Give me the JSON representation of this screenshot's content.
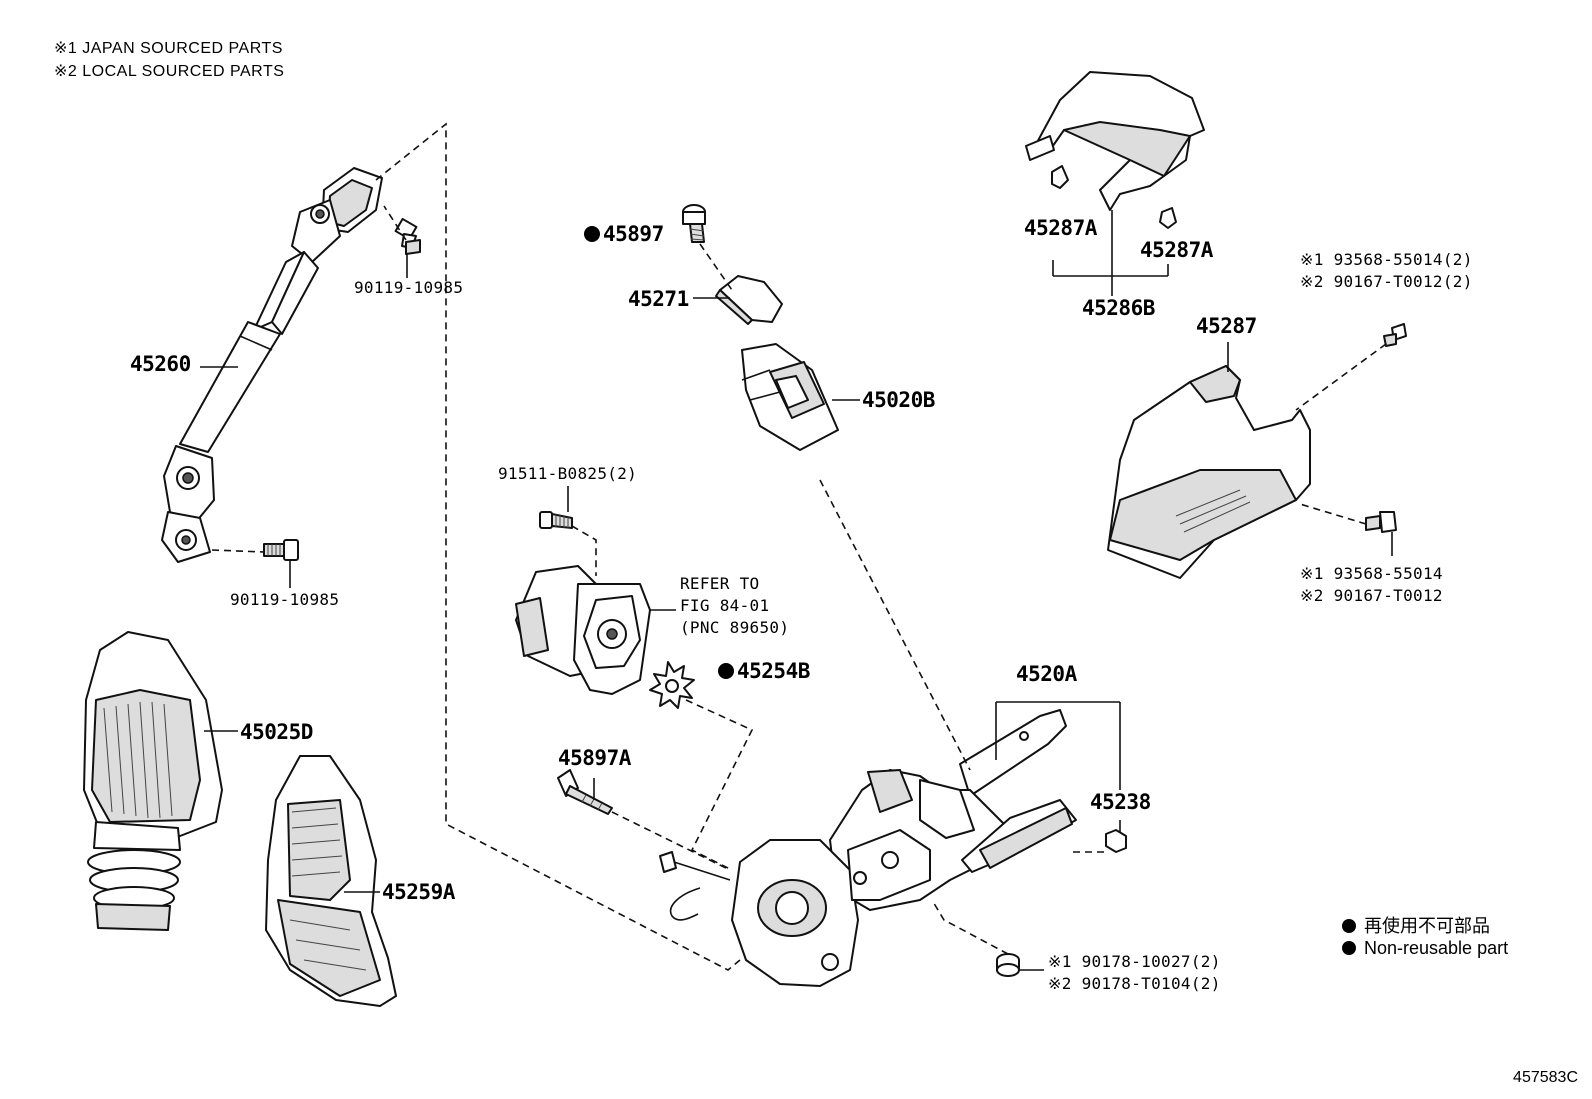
{
  "notes": [
    "※1 JAPAN SOURCED PARTS",
    "※2 LOCAL SOURCED PARTS"
  ],
  "labels": {
    "p45260": "45260",
    "p90119_top": "90119-10985",
    "p90119_bot": "90119-10985",
    "p45897": "45897",
    "p45271": "45271",
    "p45020B": "45020B",
    "p91511": "91511-B0825(2)",
    "refer_1": "REFER TO",
    "refer_2": "FIG 84-01",
    "refer_3": "(PNC 89650)",
    "p45254B": "45254B",
    "p45897A": "45897A",
    "p4520A": "4520A",
    "p45238": "45238",
    "p45025D": "45025D",
    "p45259A": "45259A",
    "p45287A_left": "45287A",
    "p45287A_right": "45287A",
    "p45286B": "45286B",
    "p45287": "45287",
    "screw_top_1": "※1  93568-55014(2)",
    "screw_top_2": "※2  90167-T0012(2)",
    "screw_bot_1": "※1  93568-55014",
    "screw_bot_2": "※2  90167-T0012",
    "nut_1": "※1  90178-10027(2)",
    "nut_2": "※2  90178-T0104(2)"
  },
  "legend": {
    "jp": "再使用不可部品",
    "en": "Non-reusable part"
  },
  "figure_code": "457583C"
}
